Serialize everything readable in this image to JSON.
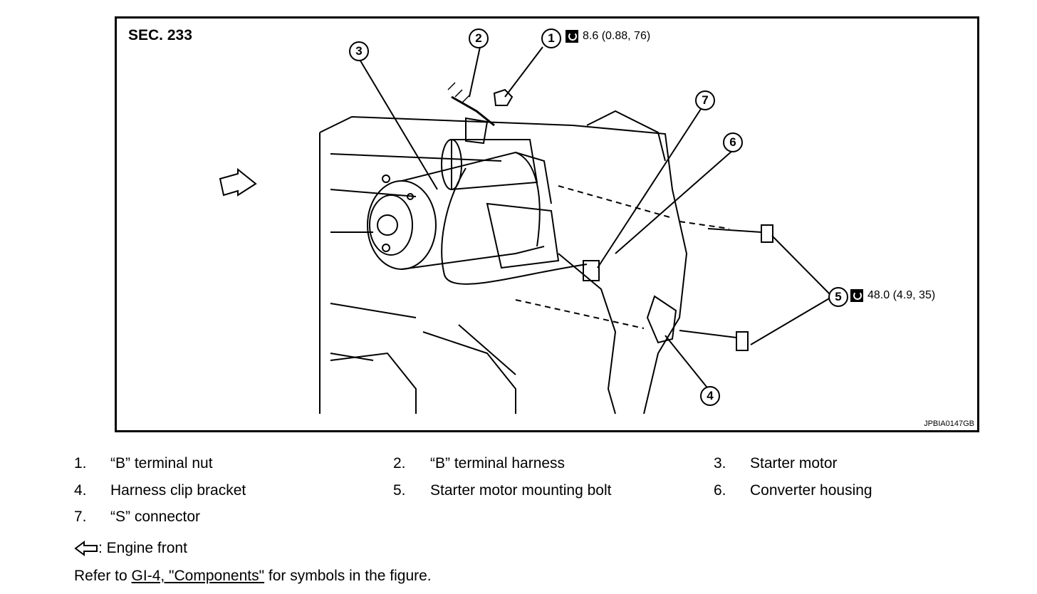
{
  "figure": {
    "section": "SEC. 233",
    "figure_id": "JPBIA0147GB",
    "callouts": [
      "1",
      "2",
      "3",
      "4",
      "5",
      "6",
      "7"
    ],
    "torque_1": "8.6 (0.88, 76)",
    "torque_5": "48.0 (4.9, 35)"
  },
  "legend": [
    {
      "num": "1.",
      "label": "“B” terminal nut"
    },
    {
      "num": "2.",
      "label": "“B” terminal harness"
    },
    {
      "num": "3.",
      "label": "Starter motor"
    },
    {
      "num": "4.",
      "label": "Harness clip bracket"
    },
    {
      "num": "5.",
      "label": "Starter motor mounting bolt"
    },
    {
      "num": "6.",
      "label": "Converter housing"
    },
    {
      "num": "7.",
      "label": "“S” connector"
    }
  ],
  "notes": {
    "engine_front": ": Engine front",
    "refer_prefix": "Refer to ",
    "refer_link": "GI-4, \"Components\"",
    "refer_suffix": " for symbols in the figure."
  }
}
